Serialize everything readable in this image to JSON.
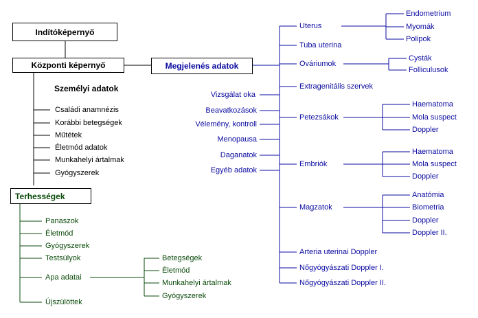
{
  "colors": {
    "black": "#000000",
    "blue": "#0a0aa0",
    "green": "#0a4a0a"
  },
  "boxes": {
    "start": "Indítóképernyő",
    "central": "Központi képernyő",
    "appearance": "Megjelenés adatok",
    "pregnancies": "Terhességek"
  },
  "personal": {
    "heading": "Személyi adatok",
    "items": [
      "Családi anamnézis",
      "Korábbi betegségek",
      "Műtétek",
      "Életmód adatok",
      "Munkahelyi ártalmak",
      "Gyógyszerek"
    ]
  },
  "left_menu": [
    "Vizsgálat oka",
    "Beavatkozások",
    "Vélemény, kontroll",
    "Menopausa",
    "Daganatok",
    "Egyéb adatok"
  ],
  "organs": [
    "Uterus",
    "Tuba uterina",
    "Ováriumok",
    "Extragenitális szervek",
    "Petezsákok",
    "Embriók",
    "Magzatok",
    "Arteria uterinai Doppler",
    "Nőgyógyászati Doppler I.",
    "Nőgyógyászati Doppler II."
  ],
  "uterus_children": [
    "Endometrium",
    "Myomák",
    "Polipok"
  ],
  "ovary_children": [
    "Cysták",
    "Folliculusok"
  ],
  "sac_children": [
    "Haematoma",
    "Mola suspect",
    "Doppler"
  ],
  "embryo_children": [
    "Haematoma",
    "Mola suspect",
    "Doppler"
  ],
  "fetus_children": [
    "Anatómia",
    "Biometria",
    "Doppler",
    "Doppler II."
  ],
  "pregnancy_items": [
    "Panaszok",
    "Életmód",
    "Gyógyszerek",
    "Testsúlyok",
    "Apa adatai",
    "Újszülöttek"
  ],
  "father_children": [
    "Betegségek",
    "Életmód",
    "Munkahelyi ártalmak",
    "Gyógyszerek"
  ]
}
